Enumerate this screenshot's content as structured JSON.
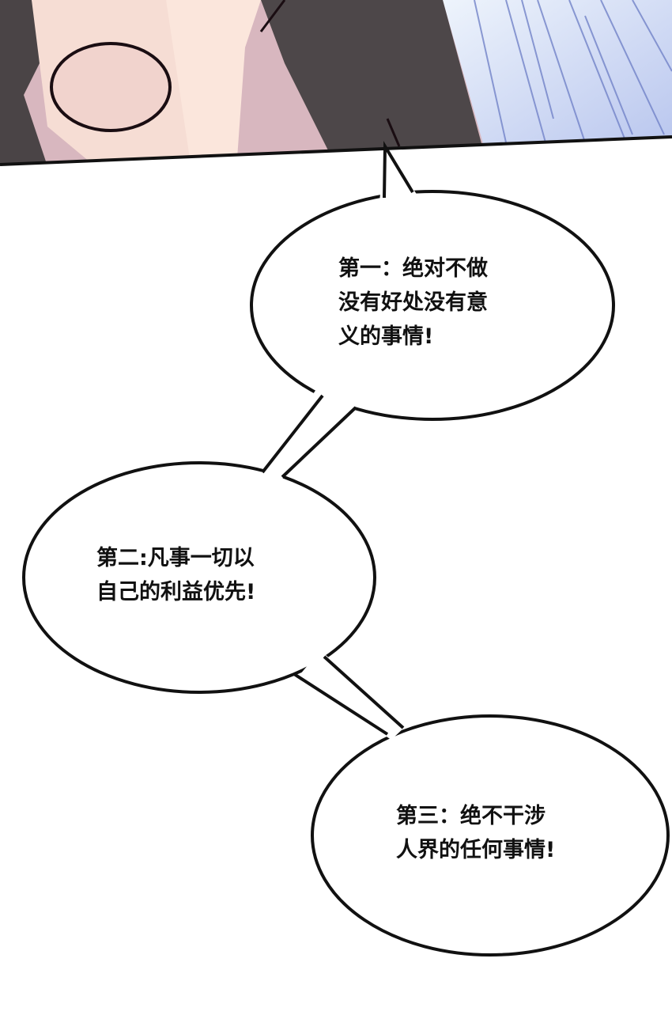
{
  "colors": {
    "skin": "#f6ddd4",
    "hair": "#4a4446",
    "speed_lines": "#7f8fd0",
    "outline": "#111111"
  },
  "bubbles": [
    {
      "lines": [
        "第一：绝对不做",
        "没有好处没有意",
        "义的事情!"
      ]
    },
    {
      "lines": [
        "第二:凡事一切以",
        "自己的利益优先!"
      ]
    },
    {
      "lines": [
        "第三：绝不干涉",
        "人界的任何事情!"
      ]
    }
  ]
}
